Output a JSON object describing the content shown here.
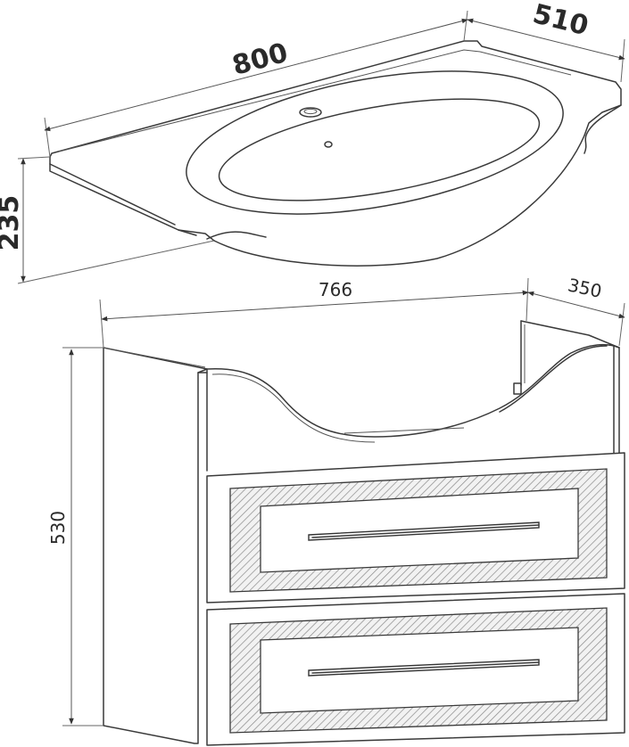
{
  "dimensions": {
    "basin_width": "800",
    "basin_depth": "510",
    "basin_height": "235",
    "cabinet_width": "766",
    "cabinet_depth": "350",
    "cabinet_height": "530"
  },
  "colors": {
    "line": "#3a3a3a",
    "text": "#2a2a2a",
    "background": "#ffffff"
  }
}
